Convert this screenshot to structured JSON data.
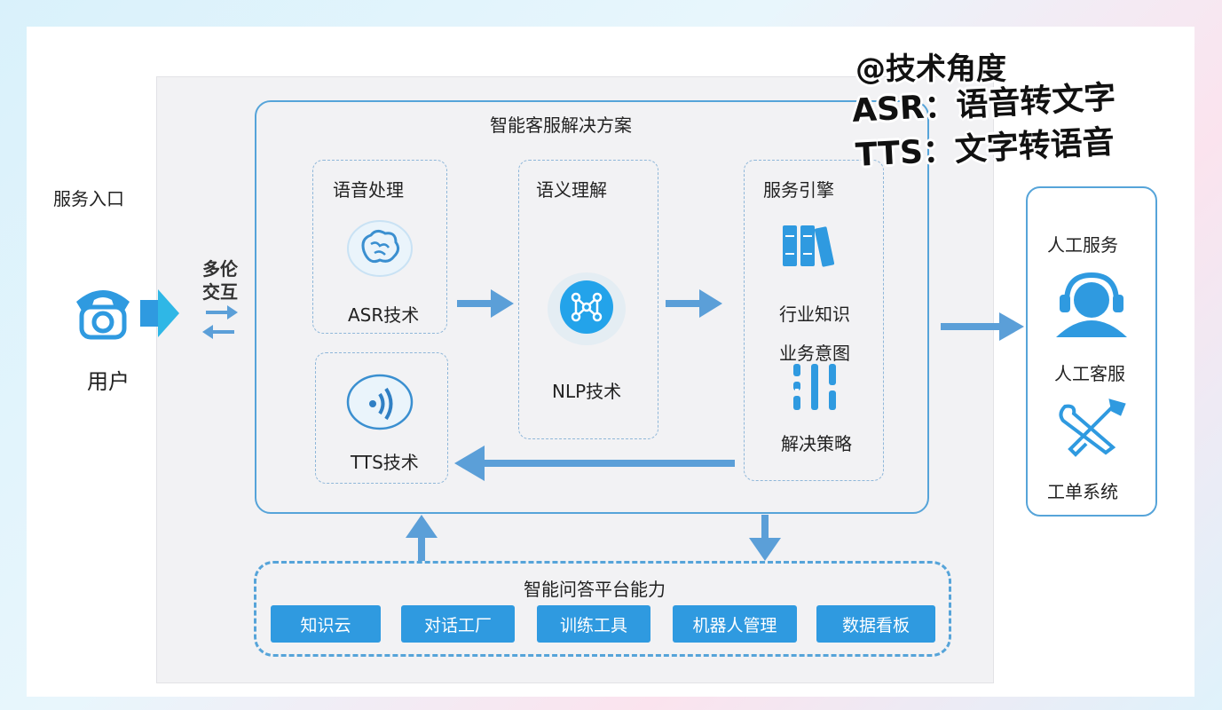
{
  "diagram": {
    "title": "智能客服解决方案",
    "entry_label": "服务入口",
    "user_label": "用户",
    "interaction_label_line1": "多伦",
    "interaction_label_line2": "交互",
    "speech": {
      "title": "语音处理",
      "asr_label": "ASR技术",
      "tts_label": "TTS技术"
    },
    "semantic": {
      "title": "语义理解",
      "nlp_label": "NLP技术"
    },
    "service": {
      "title": "服务引擎",
      "item1": "行业知识",
      "item2": "业务意图",
      "item3": "解决策略"
    },
    "human": {
      "title": "人工服务",
      "agent_label": "人工客服",
      "ticket_label": "工单系统"
    },
    "qa_platform": {
      "title": "智能问答平台能力",
      "capabilities": [
        "知识云",
        "对话工厂",
        "训练工具",
        "机器人管理",
        "数据看板"
      ]
    }
  },
  "note": {
    "line1": "@技术角度",
    "line2": "ASR：语音转文字",
    "line3": "TTS：文字转语音"
  },
  "colors": {
    "primary": "#2f9ae0",
    "border": "#56a4d9",
    "arrow": "#5b9fd8"
  }
}
